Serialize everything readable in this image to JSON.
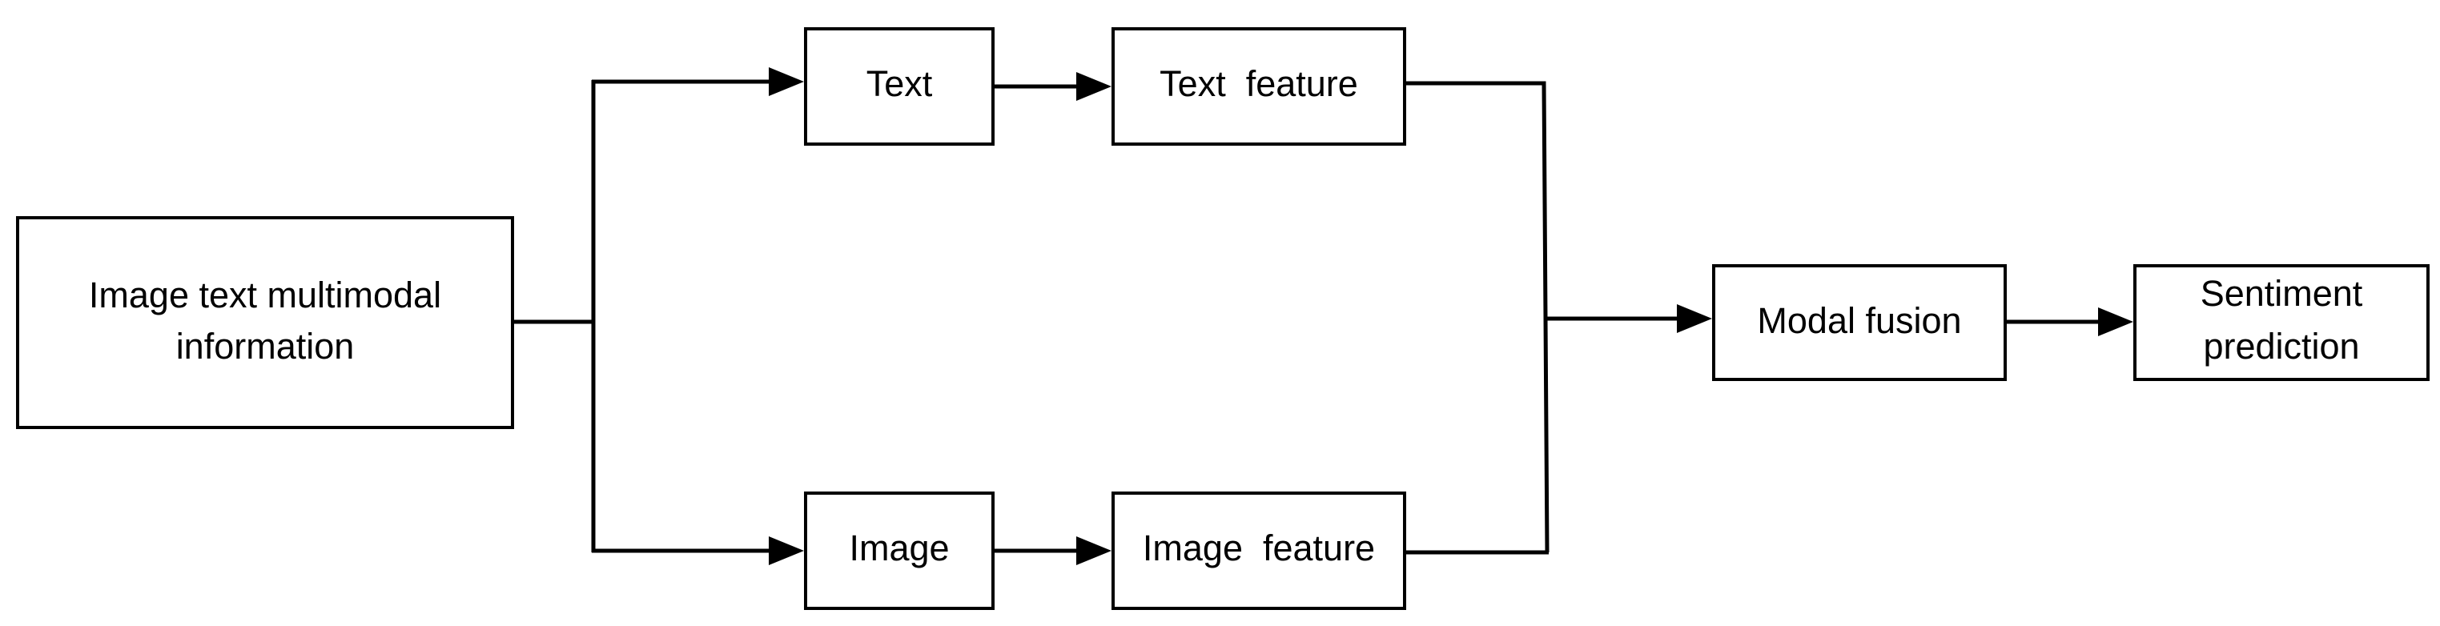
{
  "diagram": {
    "nodes": {
      "input": {
        "line1": "Image text multimodal",
        "line2": "information"
      },
      "text": {
        "label": "Text"
      },
      "text_feature": {
        "label": "Text  feature"
      },
      "image": {
        "label": "Image"
      },
      "image_feature": {
        "label": "Image  feature"
      },
      "fusion": {
        "label": "Modal fusion"
      },
      "prediction": {
        "line1": "Sentiment",
        "line2": "prediction"
      }
    },
    "edges": [
      {
        "from": "input",
        "to": "text"
      },
      {
        "from": "input",
        "to": "image"
      },
      {
        "from": "text",
        "to": "text_feature"
      },
      {
        "from": "image",
        "to": "image_feature"
      },
      {
        "from": "text_feature",
        "to": "fusion"
      },
      {
        "from": "image_feature",
        "to": "fusion"
      },
      {
        "from": "fusion",
        "to": "prediction"
      }
    ],
    "colors": {
      "stroke": "#000000",
      "fill": "#ffffff",
      "text": "#000000"
    }
  }
}
